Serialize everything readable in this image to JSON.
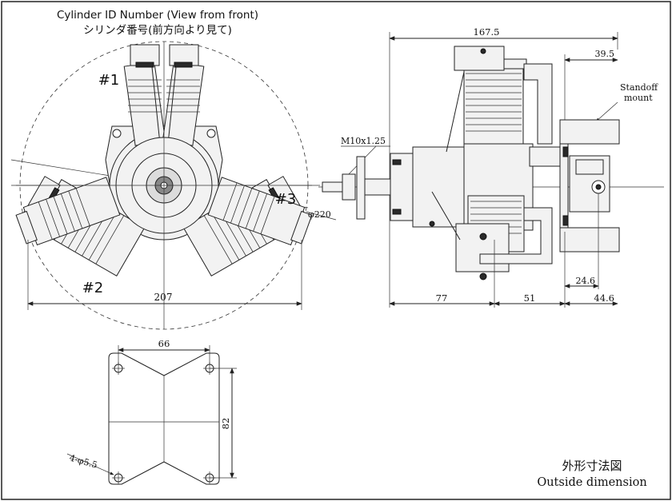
{
  "front_view": {
    "title_en": "Cylinder ID Number (View from front)",
    "title_jp": "シリンダ番号(前方向より見て)",
    "cyl1": "#1",
    "cyl2": "#2",
    "cyl3": "#3",
    "diameter": "φ220",
    "width": "207"
  },
  "side_view": {
    "overall": "167.5",
    "standoff_dim": "39.5",
    "standoff_label_1": "Standoff",
    "standoff_label_2": "mount",
    "thread": "M10x1.25",
    "dim_77": "77",
    "dim_51": "51",
    "dim_44_6": "44.6",
    "dim_24_6": "24.6"
  },
  "mount_view": {
    "width": "66",
    "height": "82",
    "holes": "4-φ5.5"
  },
  "caption": {
    "jp": "外形寸法図",
    "en": "Outside dimension"
  }
}
